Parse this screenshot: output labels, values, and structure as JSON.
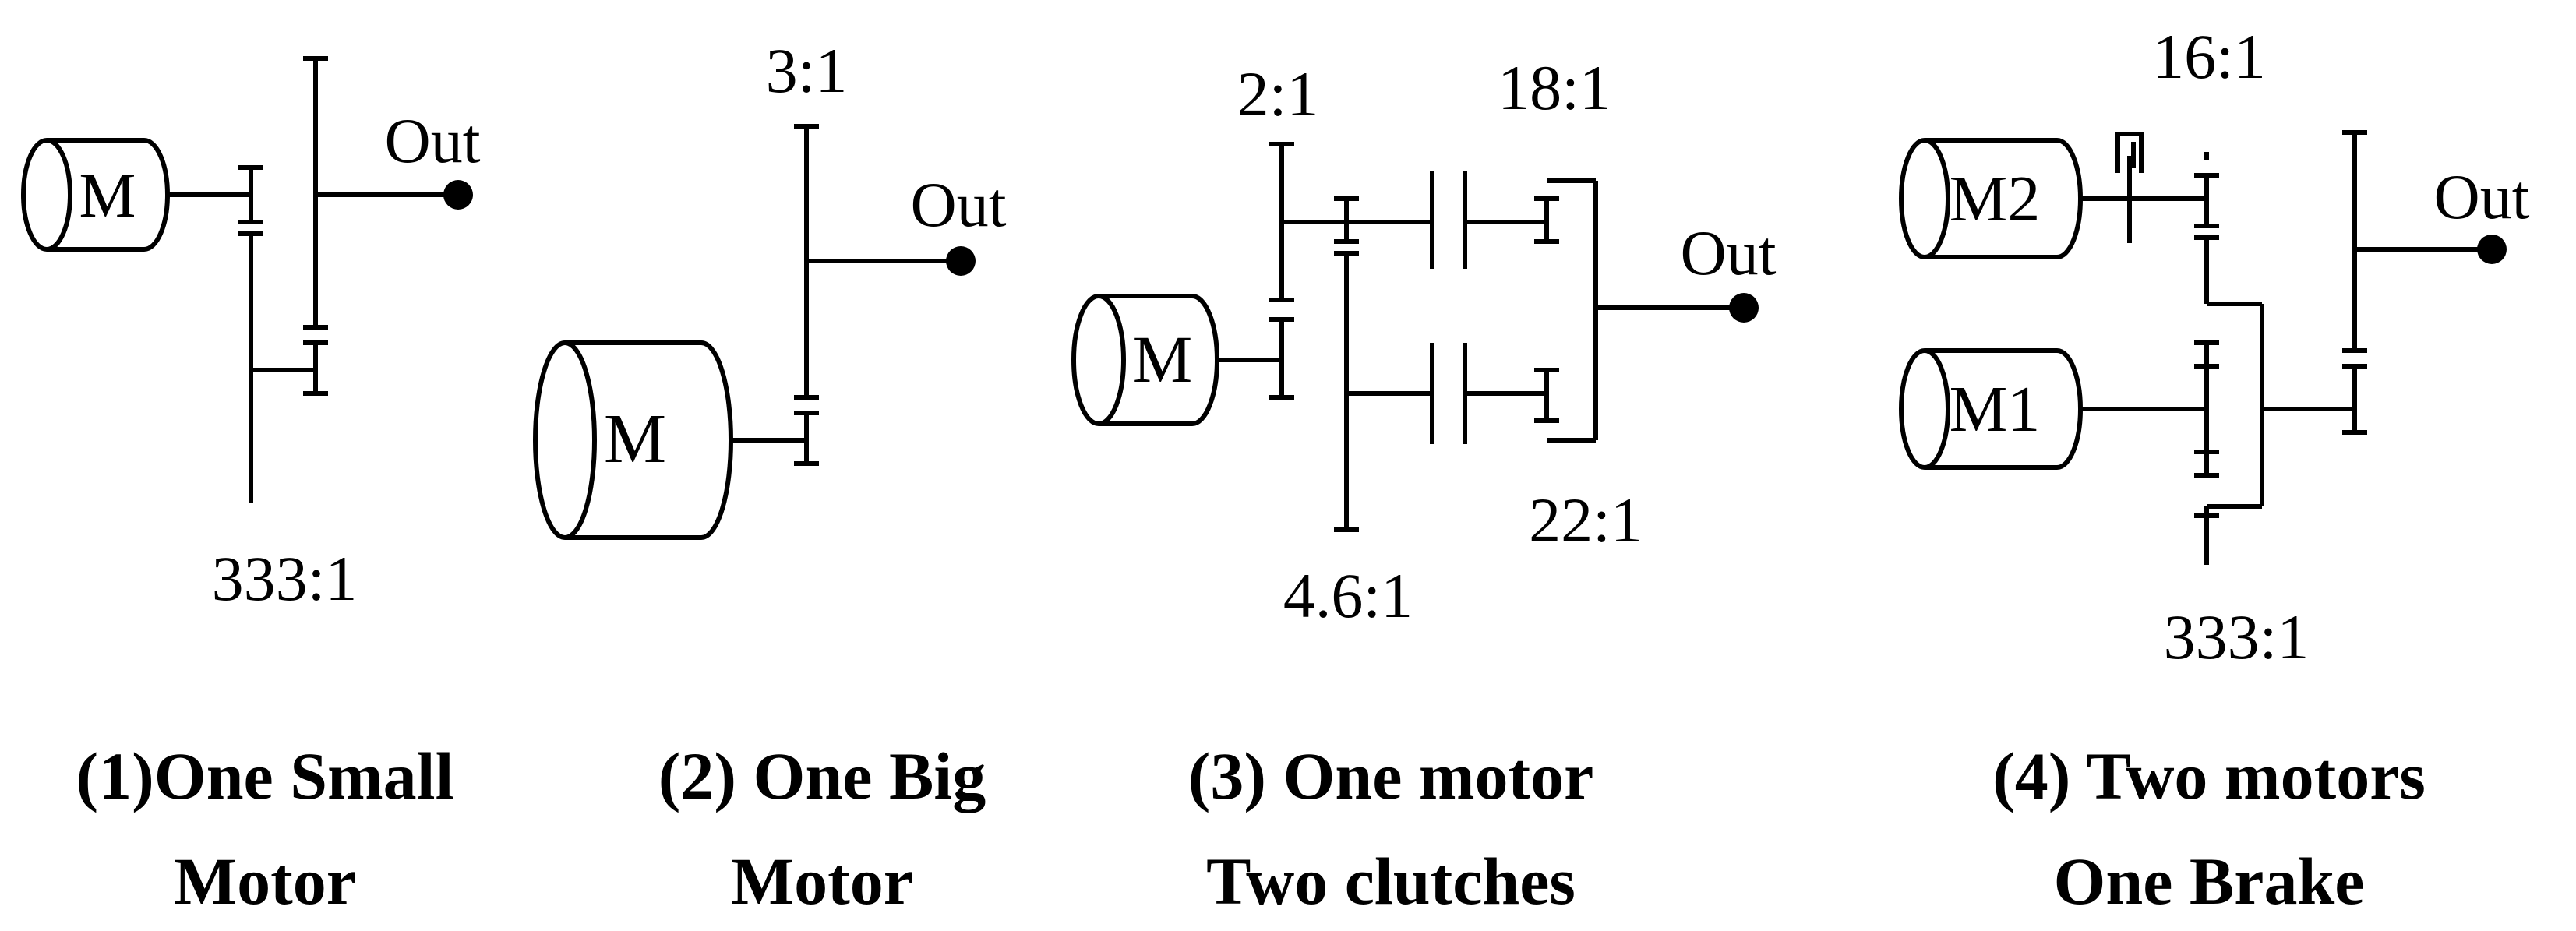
{
  "motors": {
    "m_small": "M",
    "m_big": "M",
    "m_clutch": "M",
    "m2": "M2",
    "m1": "M1"
  },
  "ratios": {
    "r1": "333:1",
    "r2": "3:1",
    "r3_top_left": "2:1",
    "r3_top_right": "18:1",
    "r3_bottom_right": "22:1",
    "r3_bottom_left": "4.6:1",
    "r4_top": "16:1",
    "r4_bottom": "333:1"
  },
  "outputs": {
    "out1": "Out",
    "out2": "Out",
    "out3": "Out",
    "out4": "Out"
  },
  "captions": [
    {
      "line1": "(1)One Small",
      "line2": "Motor"
    },
    {
      "line1": "(2) One Big",
      "line2": "Motor"
    },
    {
      "line1": "(3) One motor",
      "line2": "Two clutches"
    },
    {
      "line1": "(4) Two motors",
      "line2": "One Brake"
    }
  ]
}
